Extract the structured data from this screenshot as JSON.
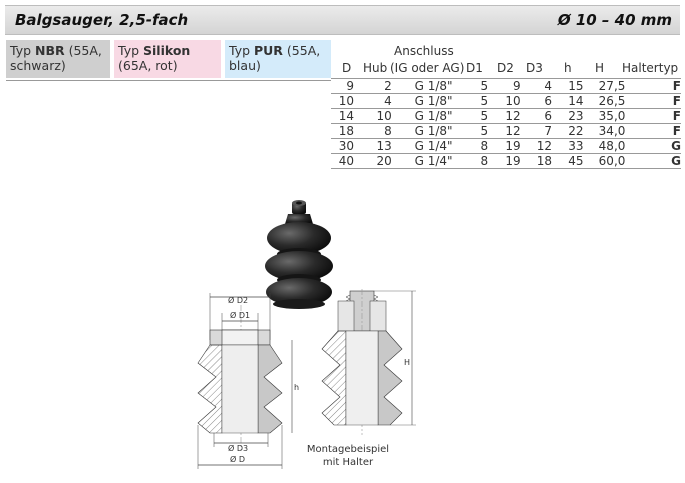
{
  "header": {
    "title": "Balgsauger, 2,5-fach",
    "range": "Ø 10 – 40 mm"
  },
  "types": [
    {
      "prefix": "Typ ",
      "name": "NBR",
      "suffix": " (55A, schwarz)"
    },
    {
      "prefix": "Typ ",
      "name": "Silikon",
      "suffix": " (65A, rot)"
    },
    {
      "prefix": "Typ ",
      "name": "PUR",
      "suffix": " (55A, blau)"
    }
  ],
  "columns": {
    "anschluss_title": "Anschluss",
    "D": "D",
    "Hub": "Hub",
    "Anschluss": "(IG oder AG)",
    "D1": "D1",
    "D2": "D2",
    "D3": "D3",
    "h": "h",
    "H": "H",
    "Haltertyp": "Haltertyp"
  },
  "rows": [
    {
      "D": "9",
      "Hub": "2",
      "Anschluss": "G 1/8\"",
      "D1": "5",
      "D2": "9",
      "D3": "4",
      "h": "15",
      "H": "27,5",
      "Haltertyp": "F"
    },
    {
      "D": "10",
      "Hub": "4",
      "Anschluss": "G 1/8\"",
      "D1": "5",
      "D2": "10",
      "D3": "6",
      "h": "14",
      "H": "26,5",
      "Haltertyp": "F"
    },
    {
      "D": "14",
      "Hub": "10",
      "Anschluss": "G 1/8\"",
      "D1": "5",
      "D2": "12",
      "D3": "6",
      "h": "23",
      "H": "35,0",
      "Haltertyp": "F"
    },
    {
      "D": "18",
      "Hub": "8",
      "Anschluss": "G 1/8\"",
      "D1": "5",
      "D2": "12",
      "D3": "7",
      "h": "22",
      "H": "34,0",
      "Haltertyp": "F"
    },
    {
      "D": "30",
      "Hub": "13",
      "Anschluss": "G 1/4\"",
      "D1": "8",
      "D2": "19",
      "D3": "12",
      "h": "33",
      "H": "48,0",
      "Haltertyp": "G"
    },
    {
      "D": "40",
      "Hub": "20",
      "Anschluss": "G 1/4\"",
      "D1": "8",
      "D2": "19",
      "D3": "18",
      "h": "45",
      "H": "60,0",
      "Haltertyp": "G"
    }
  ],
  "drawing_labels": {
    "d2": "Ø D2",
    "d1": "Ø D1",
    "d3": "Ø D3",
    "d": "Ø D",
    "h_small": "h",
    "h_large": "H"
  },
  "caption": {
    "line1": "Montagebeispiel",
    "line2": "mit Halter"
  }
}
